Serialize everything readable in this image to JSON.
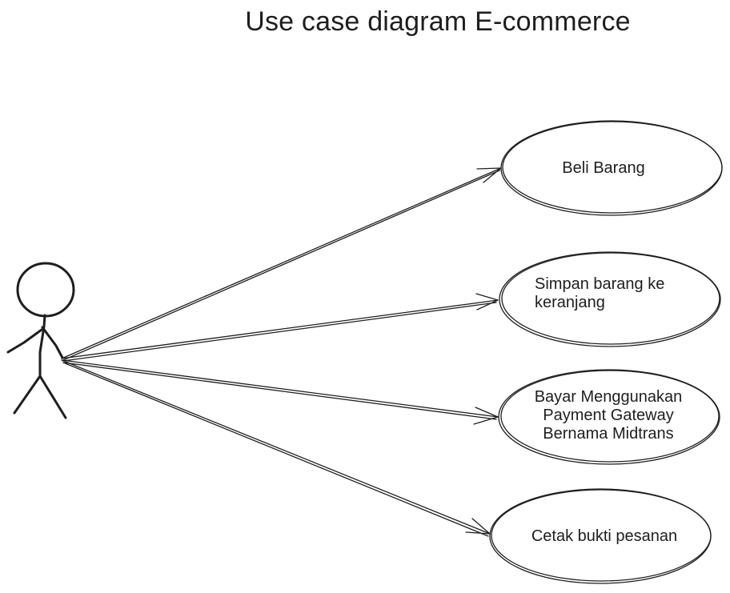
{
  "title": "Use case diagram E-commerce",
  "colors": {
    "stroke": "#1e1e1e",
    "background": "#ffffff"
  },
  "actor": {
    "icon": "stick-figure-actor-icon"
  },
  "use_cases": [
    {
      "id": "beli-barang",
      "label": "Beli Barang"
    },
    {
      "id": "simpan-barang",
      "label": "Simpan barang ke\nkeranjang"
    },
    {
      "id": "bayar",
      "label": "Bayar Menggunakan\nPayment Gateway\nBernama Midtrans"
    },
    {
      "id": "cetak",
      "label": "Cetak bukti pesanan"
    }
  ]
}
